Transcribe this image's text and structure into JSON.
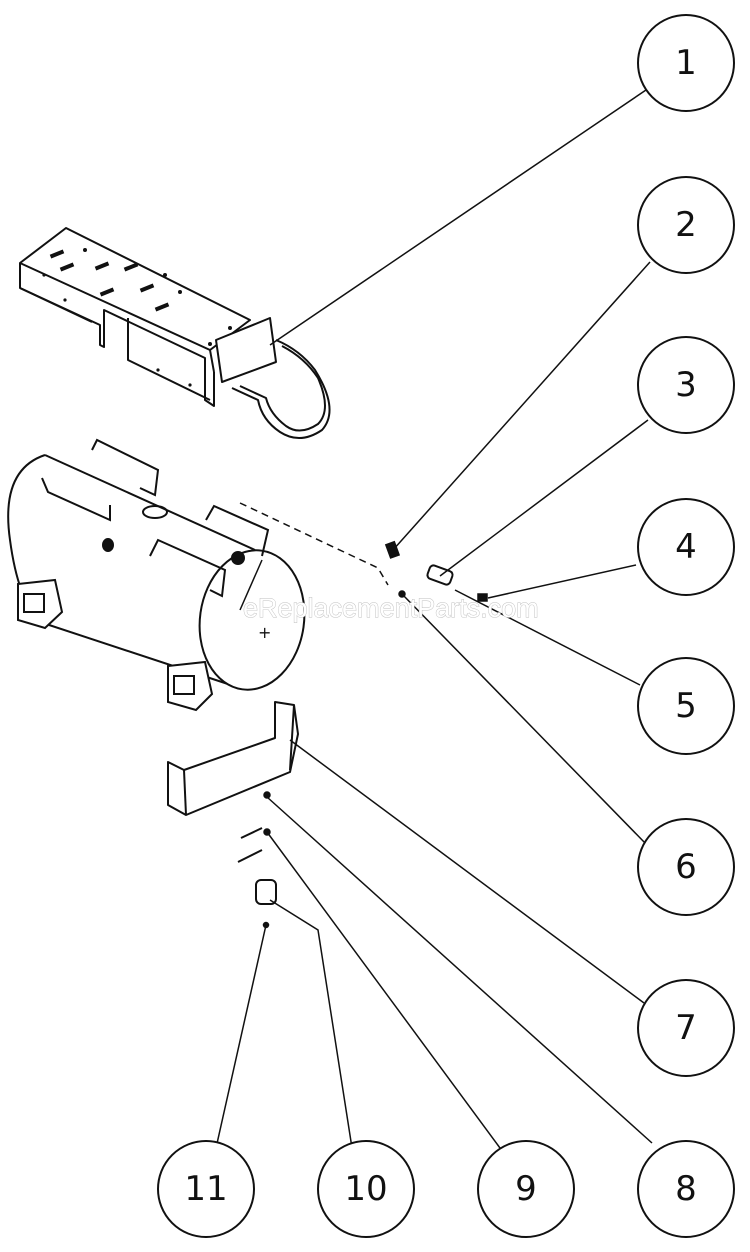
{
  "watermark": "eReplacementParts.com",
  "callouts": [
    {
      "label": "1"
    },
    {
      "label": "2"
    },
    {
      "label": "3"
    },
    {
      "label": "4"
    },
    {
      "label": "5"
    },
    {
      "label": "6"
    },
    {
      "label": "7"
    },
    {
      "label": "8"
    },
    {
      "label": "9"
    },
    {
      "label": "10"
    },
    {
      "label": "11"
    }
  ]
}
